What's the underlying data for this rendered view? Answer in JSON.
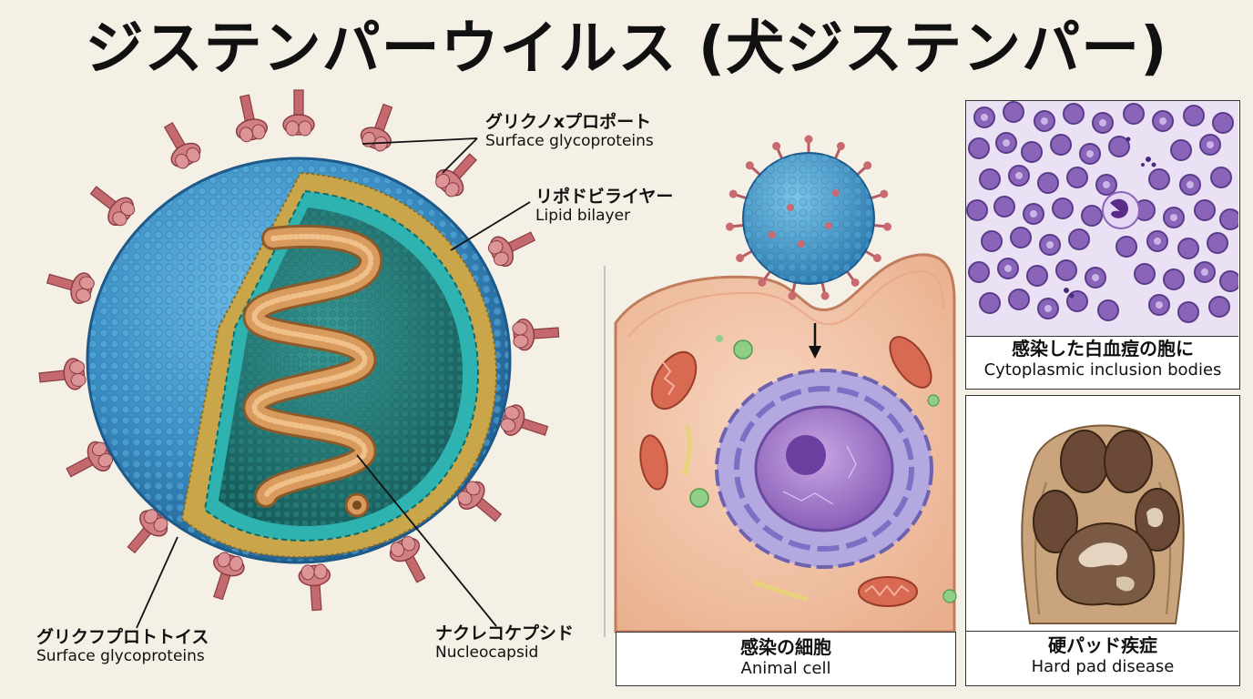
{
  "title": "ジステンパーウイルス (犬ジステンパー)",
  "labels": {
    "glycoprotein_top": {
      "jp": "グリクノxプロポート",
      "en": "Surface glycoproteins"
    },
    "lipid": {
      "jp": "リポドビライヤー",
      "en": "Lipid bilayer"
    },
    "glycoprotein_bottom": {
      "jp": "グリクフプロトトイス",
      "en": "Surface glycoproteins"
    },
    "nucleocapsid": {
      "jp": "ナクレコケプシド",
      "en": "Nucleocapsid"
    }
  },
  "panels": {
    "cell": {
      "jp": "感染の細胞",
      "en": "Animal cell"
    },
    "blood": {
      "jp": "感染した白血痘の胞に",
      "en": "Cytoplasmic inclusion bodies"
    },
    "paw": {
      "jp": "硬パッド疾症",
      "en": "Hard pad disease"
    }
  },
  "colors": {
    "envelope": "#3a8ec4",
    "spike": "#c46a6e",
    "inner": "#1f7a78",
    "capsid": "#d99a5e",
    "cell": "#f2c4a6",
    "blood_cell": "#8a64b8",
    "paw": "#8a6a55"
  }
}
